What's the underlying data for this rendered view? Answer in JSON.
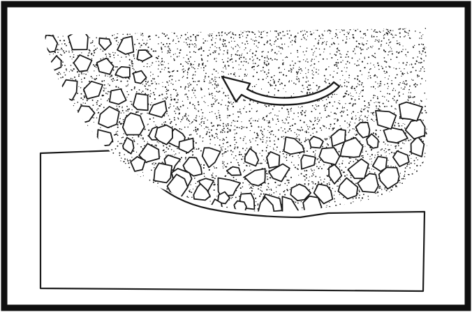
{
  "figure": {
    "text_labels": [],
    "colors": {
      "background": "#ffffff",
      "ink": "#1a1a1a",
      "frame": "#0f0f0f",
      "stone_fill": "#ffffff"
    },
    "components": {
      "frame": "thick-black-border",
      "workpiece": "flat-block",
      "tool": "curved-abrasive-wheel-segment",
      "matrix": "stippled-bond",
      "grains": "irregular-polygonal-abrasive-grains",
      "motion": "curved-arrow-pointing-left"
    }
  }
}
